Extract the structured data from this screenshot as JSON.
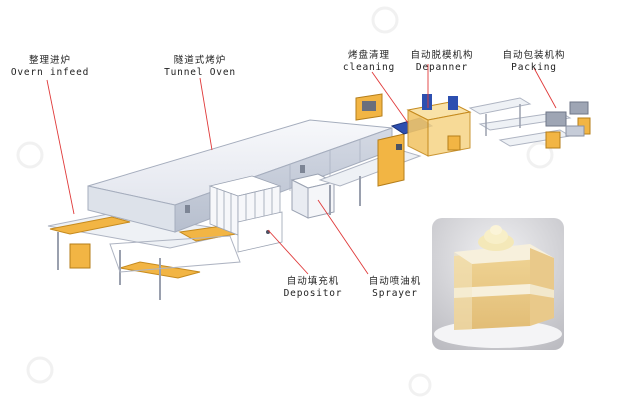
{
  "labels": {
    "infeed": {
      "zh": "整理进炉",
      "en": "Overn infeed"
    },
    "oven": {
      "zh": "隧道式烤炉",
      "en": "Tunnel Oven"
    },
    "cleaning": {
      "zh": "烤盘清理",
      "en": "cleaning"
    },
    "depanner": {
      "zh": "自动脱模机构",
      "en": "Depanner"
    },
    "packing": {
      "zh": "自动包装机构",
      "en": "Packing"
    },
    "depositor": {
      "zh": "自动填充机",
      "en": "Depositor"
    },
    "sprayer": {
      "zh": "自动喷油机",
      "en": "Sprayer"
    }
  },
  "colors": {
    "leader_line": "#e03a3a",
    "frame": "#b8bcc8",
    "oven_top": "#eef0f4",
    "oven_side": "#c9cfdc",
    "accent_yellow": "#f2b544",
    "depanner_blue": "#2d4fb0",
    "cake_sponge": "#e9c98a",
    "cream": "#f7f0dc"
  }
}
